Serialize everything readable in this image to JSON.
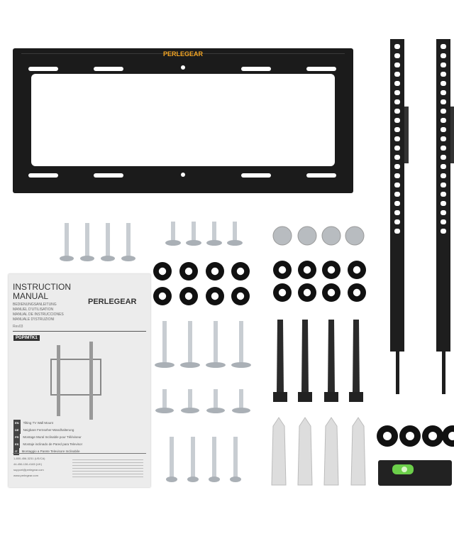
{
  "bracket": {
    "brand_label": "PERLEGEAR",
    "brand_color": "#f5a623"
  },
  "manual": {
    "title_line1": "INSTRUCTION",
    "title_line2": "MANUAL",
    "subtitles": [
      "BEDIENUNGSANLEITUNG",
      "MANUEL D'UTILISATION",
      "MANUAL DE INSTRUCCIONES",
      "MANUALE D'ISTRUZIONI"
    ],
    "brand": "PERLEGEAR",
    "revision": "Rev03",
    "model": "PGPIMTK1",
    "languages": [
      {
        "code": "EN",
        "text": "Tilting TV Wall Mount"
      },
      {
        "code": "DE",
        "text": "Neigbare Fernseher-Wandhalterung"
      },
      {
        "code": "FR",
        "text": "Montage Mural Inclinable pour Téléviseur"
      },
      {
        "code": "ES",
        "text": "Montaje inclinado de Pared para Televisor"
      },
      {
        "code": "IT",
        "text": "Montaggio a Parete Televisore Inclinabile"
      }
    ],
    "phone_us": "1-800-456-3231 (US/CA)",
    "phone_uk": "44-456-136-4165 (UK)",
    "email": "support@perlegear.com",
    "website": "www.perlegear.com"
  }
}
